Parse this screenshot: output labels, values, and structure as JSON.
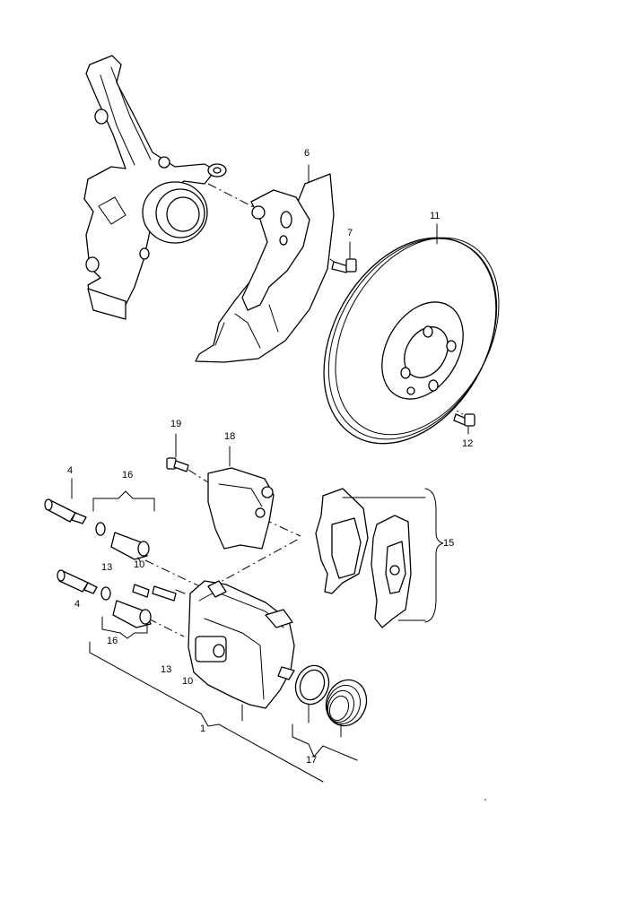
{
  "diagram": {
    "callouts": {
      "part_6": "6",
      "part_7": "7",
      "part_11": "11",
      "part_12": "12",
      "part_19": "19",
      "part_18": "18",
      "part_4_top": "4",
      "part_16_top": "16",
      "part_10_top": "10",
      "part_13_top": "13",
      "part_4_bottom": "4",
      "part_16_bottom": "16",
      "part_13_bottom": "13",
      "part_10_bottom": "10",
      "part_15": "15",
      "part_1": "1",
      "part_17": "17"
    }
  }
}
